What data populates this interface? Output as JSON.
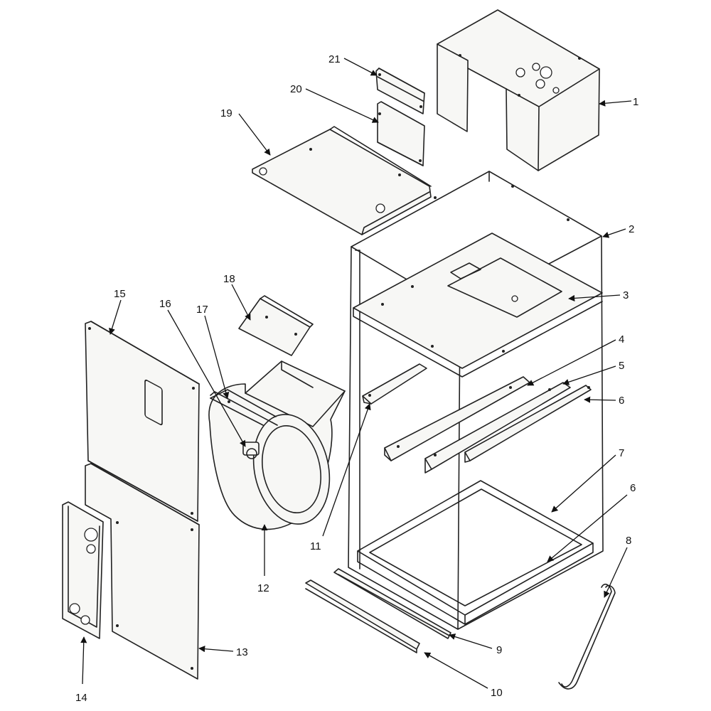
{
  "callouts": [
    {
      "id": "1",
      "label": "1"
    },
    {
      "id": "2",
      "label": "2"
    },
    {
      "id": "3",
      "label": "3"
    },
    {
      "id": "4",
      "label": "4"
    },
    {
      "id": "5",
      "label": "5"
    },
    {
      "id": "6a",
      "label": "6"
    },
    {
      "id": "7",
      "label": "7"
    },
    {
      "id": "6b",
      "label": "6"
    },
    {
      "id": "8",
      "label": "8"
    },
    {
      "id": "9",
      "label": "9"
    },
    {
      "id": "10",
      "label": "10"
    },
    {
      "id": "11",
      "label": "11"
    },
    {
      "id": "12",
      "label": "12"
    },
    {
      "id": "13",
      "label": "13"
    },
    {
      "id": "14",
      "label": "14"
    },
    {
      "id": "15",
      "label": "15"
    },
    {
      "id": "16",
      "label": "16"
    },
    {
      "id": "17",
      "label": "17"
    },
    {
      "id": "18",
      "label": "18"
    },
    {
      "id": "19",
      "label": "19"
    },
    {
      "id": "20",
      "label": "20"
    },
    {
      "id": "21",
      "label": "21"
    }
  ]
}
